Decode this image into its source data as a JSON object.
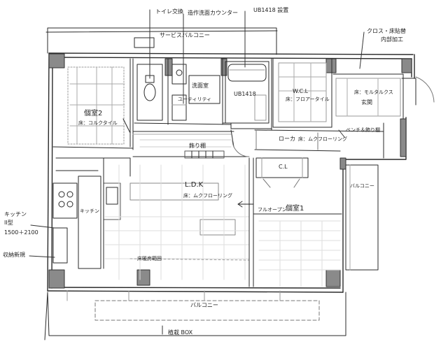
{
  "callouts": {
    "toilet": "トイレ交換",
    "counter": "造作洗面カウンター",
    "ub_install": "UB1418 設置",
    "closet": "クロス・床貼替",
    "closet_sub": "内部加工",
    "kitchen": "キッチン",
    "kitchen_type": "II型",
    "kitchen_size": "1500＋2100",
    "storage": "収納新規",
    "planter": "植栽 BOX"
  },
  "labels": {
    "service_balcony": "サービスバルコニー",
    "wash_room": "洗面室",
    "ub": "UB1418",
    "wcl": "W.C.L",
    "wcl_floor": "床：フロアータイル",
    "entrance_floor": "床：モルタルクス",
    "entrance": "玄関",
    "room2": "個室2",
    "room2_floor": "床：コルクタイル",
    "hallway": "ローカ",
    "hallway_floor": "床：ムクフローリング",
    "bench": "ベンチ＆飾り棚",
    "display_shelf": "飾り棚",
    "ldk": "L.D.K",
    "ldk_floor": "床：ムクフローリング",
    "kitchen_in": "キッチン",
    "room1": "個室1",
    "folding": "フルオープン",
    "cl": "C.L",
    "balcony_right": "バルコニー",
    "balcony_bottom": "バルコニー",
    "pipe_area": "床暖房範囲",
    "utility": "ユーティリティ"
  }
}
